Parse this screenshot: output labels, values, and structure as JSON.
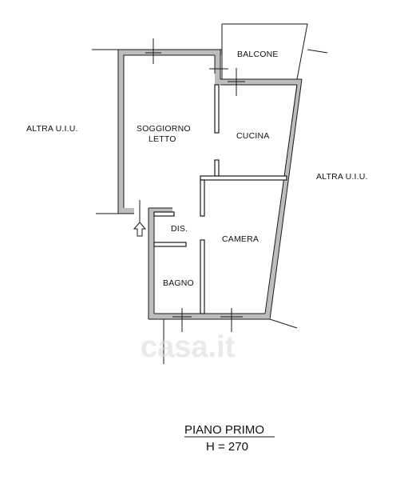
{
  "plan": {
    "rooms": {
      "balcone": "BALCONE",
      "soggiorno_line1": "SOGGIORNO",
      "soggiorno_line2": "LETTO",
      "cucina": "CUCINA",
      "dis": "DIS.",
      "camera": "CAMERA",
      "bagno": "BAGNO"
    },
    "neighbors": {
      "left": "ALTRA U.I.U.",
      "right": "ALTRA U.I.U."
    },
    "title": "PIANO PRIMO",
    "subtitle": "H = 270",
    "watermark": "casa.it"
  }
}
